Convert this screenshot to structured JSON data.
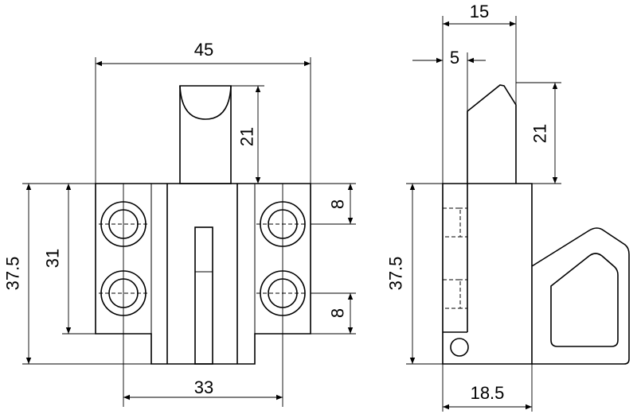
{
  "front_view": {
    "dim_overall_width": "45",
    "dim_plunger_length": "21",
    "dim_height": "37.5",
    "dim_hole_spacing_v": "31",
    "dim_hole_spacing_h": "33",
    "dim_top_offset": "8",
    "dim_bottom_offset": "8"
  },
  "side_view": {
    "dim_top_width": "15",
    "dim_tip_offset": "5",
    "dim_plunger_length": "21",
    "dim_height": "37.5",
    "dim_base_width": "18.5"
  }
}
